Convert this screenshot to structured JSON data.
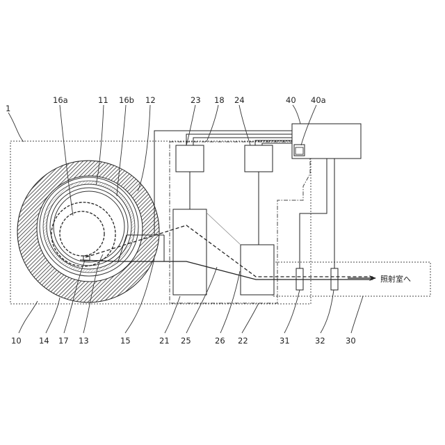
{
  "figure": {
    "destination_text": "照射室へ",
    "labels": {
      "L1": "1",
      "L10": "10",
      "L11": "11",
      "L12": "12",
      "L13": "13",
      "L14": "14",
      "L15": "15",
      "L16a": "16a",
      "L16b": "16b",
      "L17": "17",
      "L18": "18",
      "L21": "21",
      "L22": "22",
      "L23": "23",
      "L24": "24",
      "L25": "25",
      "L26": "26",
      "L30": "30",
      "L31": "31",
      "L32": "32",
      "L40": "40",
      "L40a": "40a"
    }
  }
}
